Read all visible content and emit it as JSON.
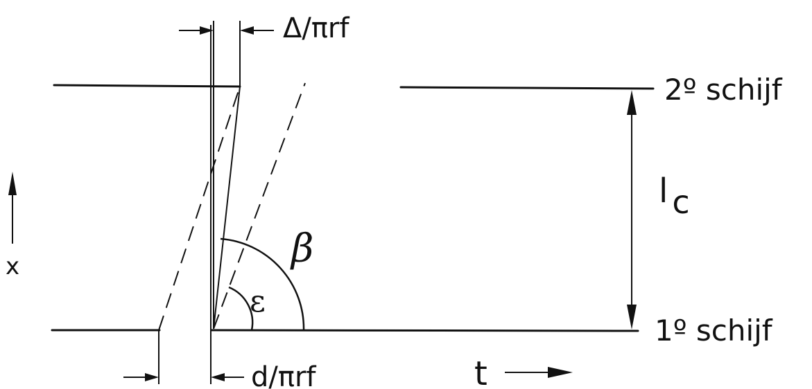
{
  "labels": {
    "delta_gap": "Δ/πrf",
    "d_gap": "d/πrf",
    "disk2": "2º schijf",
    "disk1": "1º schijf",
    "length": "l",
    "length_sub": "c",
    "x_axis": "x",
    "t_axis": "t",
    "beta": "β",
    "epsilon": "ε"
  }
}
